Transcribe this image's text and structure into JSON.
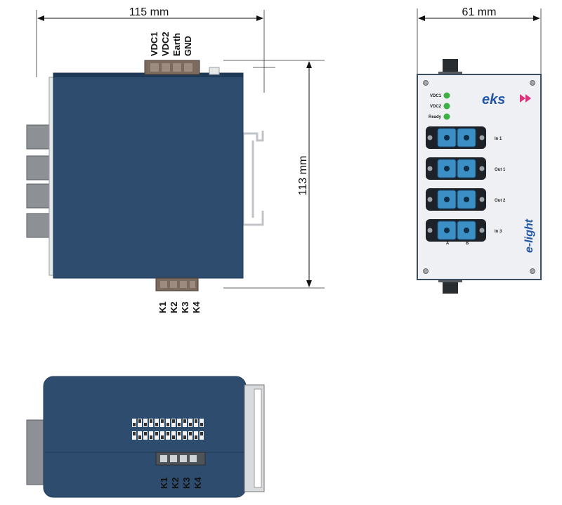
{
  "dimensions": {
    "width_side": "115 mm",
    "height_side": "113 mm",
    "width_front": "61 mm"
  },
  "top_connector_pins": [
    "VDC1",
    "VDC2",
    "Earth",
    "GND"
  ],
  "bottom_connector_pins": [
    "K1",
    "K2",
    "K3",
    "K4"
  ],
  "bottom_view_pins": [
    "K1",
    "K2",
    "K3",
    "K4"
  ],
  "front_panel": {
    "brand": "eks",
    "product": "e-light",
    "leds": [
      "VDC1",
      "VDC2",
      "Ready"
    ],
    "ports": [
      "In 1",
      "Out 1",
      "Out 2",
      "In 3"
    ],
    "port_columns": [
      "A",
      "B"
    ]
  },
  "colors": {
    "housing": "#2e4d6e",
    "housing_dark": "#1f3a57",
    "connector": "#7b6a5e",
    "panel": "#eef0f3",
    "port": "#3b8fc4",
    "led": "#3cb043",
    "brand_blue": "#2255a4",
    "brand_pink": "#e0337f"
  }
}
